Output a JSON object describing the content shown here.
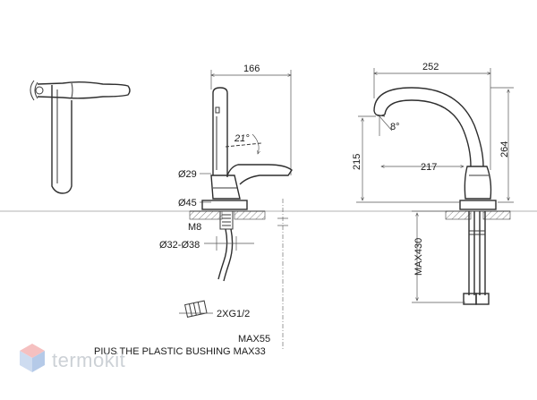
{
  "labels": {
    "width_side": "166",
    "angle_handle": "21°",
    "dia_body": "Ø29",
    "dia_base": "Ø45",
    "thread": "M8",
    "dia_hole": "Ø32-Ø38",
    "hose": "2XG1/2",
    "max_note": "MAX55",
    "bushing_note": "PIUS THE PLASTIC BUSHING MAX33",
    "width_front": "252",
    "angle_spout": "8°",
    "height_spout": "215",
    "reach_spout": "217",
    "height_total": "264",
    "max_length": "MAX430"
  },
  "watermark": {
    "text": "termokit",
    "logo": "cube-logo-icon"
  }
}
